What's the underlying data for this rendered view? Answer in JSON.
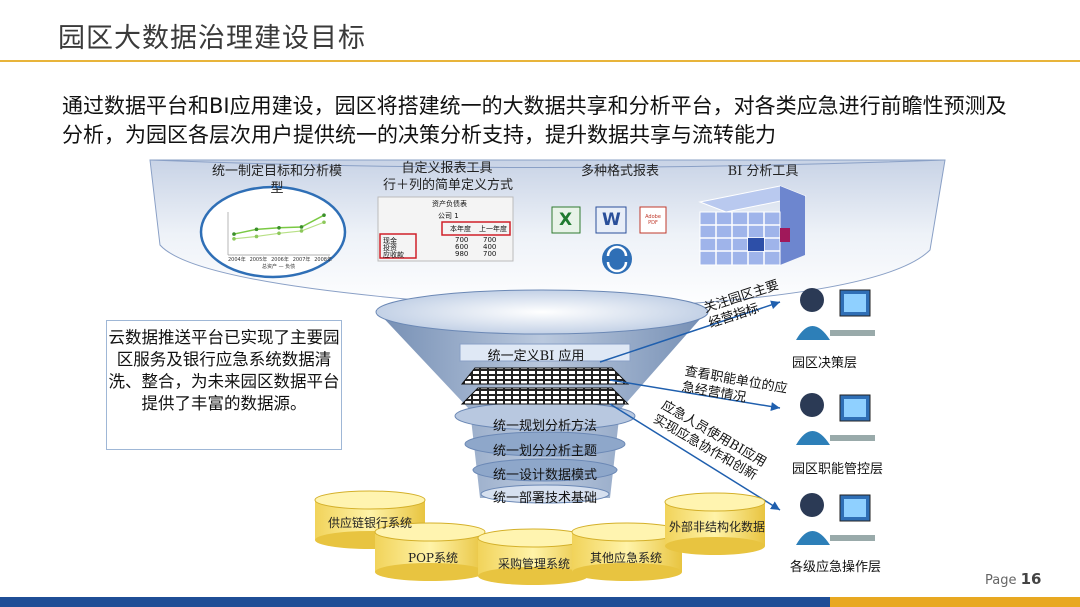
{
  "header": {
    "title": "园区大数据治理建设目标"
  },
  "intro": "通过数据平台和BI应用建设，园区将搭建统一的大数据共享和分析平台，对各类应急进行前瞻性预测及分析，为园区各层次用户提供统一的决策分析支持，提升数据共享与流转能力",
  "top_tools": {
    "t1": "统一制定目标和分析模型",
    "t2a": "自定义报表工具",
    "t2b": "行＋列的简单定义方式",
    "t3": "多种格式报表",
    "t4": "BI 分析工具"
  },
  "report_sample": {
    "title": "资产负债表",
    "company": "公司 1",
    "col1": "本年度",
    "col2": "上一年度",
    "rows": [
      {
        "label": "现金",
        "v1": "700",
        "v2": "700"
      },
      {
        "label": "投资",
        "v1": "600",
        "v2": "400"
      },
      {
        "label": "应收款",
        "v1": "980",
        "v2": "700"
      }
    ]
  },
  "chart_x_labels": [
    "2004年",
    "2005年",
    "2006年",
    "2007年",
    "2008年"
  ],
  "chart_legend": "总资产 — 负债",
  "chart_data": {
    "type": "line",
    "categories": [
      "2004年",
      "2005年",
      "2006年",
      "2007年",
      "2008年"
    ],
    "series": [
      {
        "values": [
          120,
          150,
          160,
          165,
          240
        ]
      },
      {
        "values": [
          90,
          105,
          125,
          140,
          195
        ]
      }
    ]
  },
  "file_icons": {
    "excel": "X",
    "word": "W",
    "pdf": "Adobe PDF"
  },
  "cloud_text": "云数据推送平台已实现了主要园区服务及银行应急系统数据清洗、整合，为未来园区数据平台提供了丰富的数据源。",
  "funnel_layers": {
    "bi_app": "统一定义BI 应用",
    "l1": "统一规划分析方法",
    "l2": "统一划分分析主题",
    "l3": "统一设计数据模式",
    "l4": "统一部署技术基础"
  },
  "arrow_texts": {
    "a1": "关注园区主要经营指标",
    "a2": "查看职能单位的应急经营情况",
    "a3": "应急人员使用BI应用实现应急协作和创新"
  },
  "users": {
    "u1": "园区决策层",
    "u2": "园区职能管控层",
    "u3": "各级应急操作层"
  },
  "sources": {
    "s1": "供应链银行系统",
    "s2": "POP系统",
    "s3": "采购管理系统",
    "s4": "其他应急系统",
    "s5": "外部非结构化数据"
  },
  "footer": {
    "page_label": "Page",
    "page_number": "16"
  },
  "colors": {
    "accent": "#e8b43a",
    "bar": "#1f4e96",
    "bar_accent": "#e8a821",
    "funnel": "#5b7fb0"
  }
}
